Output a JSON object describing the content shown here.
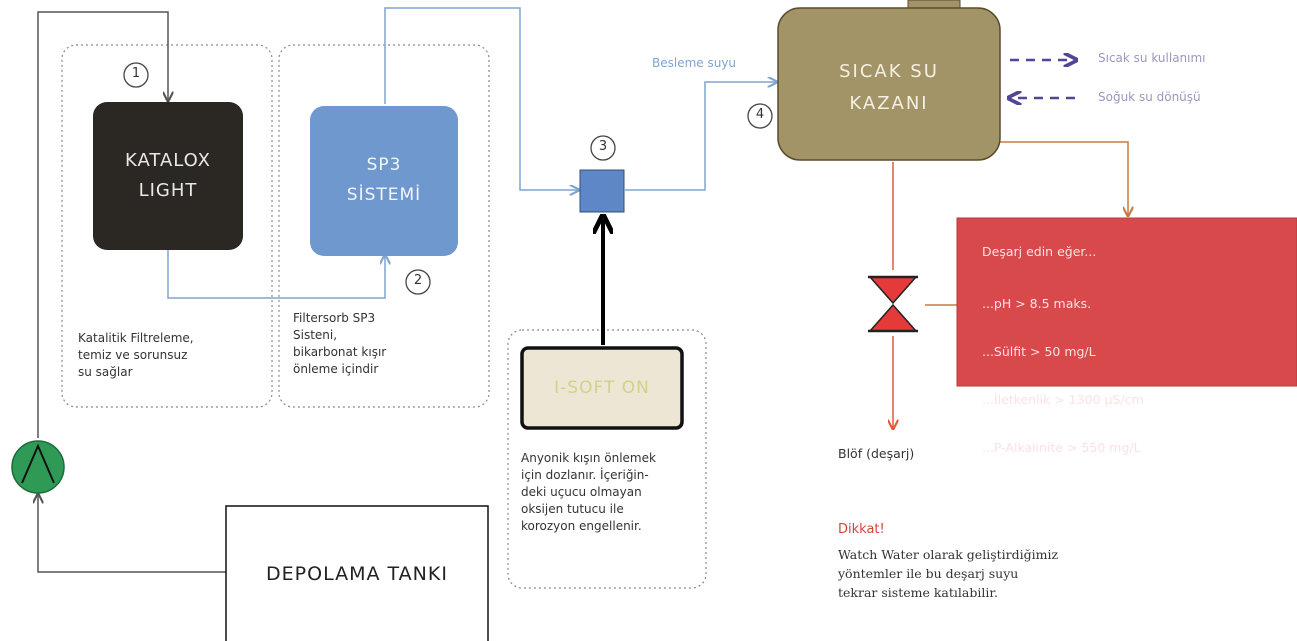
{
  "nodes": {
    "katalox": {
      "title": "KATALOX\nLIGHT"
    },
    "sp3": {
      "title": "SP3\nSİSTEMİ"
    },
    "isoft": {
      "title": "I-SOFT ON"
    },
    "boiler": {
      "title": "SICAK SU\nKAZANI"
    },
    "tank": {
      "title": "DEPOLAMA TANKI"
    },
    "discharge": {
      "title": "Deşarj edin eğer...",
      "conditions": [
        "...pH > 8.5 maks.",
        "...Sülfit > 50 mg/L",
        "...İletkenlik > 1300 µS/cm",
        "...P-Alkalinite > 550 mg/L"
      ]
    }
  },
  "steps": [
    "1",
    "2",
    "3",
    "4"
  ],
  "labels": {
    "feed_water": "Besleme suyu",
    "hot_water_use": "Sıcak su kullanımı",
    "cold_water_return": "Soğuk su dönüşü",
    "blowdown": "Blöf (deşarj)"
  },
  "descriptions": {
    "katalox": "Katalitik Filtreleme,\ntemiz ve sorunsuz\nsu sağlar",
    "sp3": "Filtersorb SP3\nSisteni,\nbikarbonat kışır\nönleme içindir",
    "isoft": "Anyonik kışın önlemek\niçin dozlanır. İçeriğin-\ndeki uçucu olmayan\noksijen tutucu ile\nkorozyon engellenir."
  },
  "note": {
    "title": "Dikkat!",
    "text": "Watch Water olarak geliştirdiğimiz\nyöntemler ile bu deşarj suyu\ntekrar sisteme katılabilir."
  },
  "icons": {
    "pump": "pump-icon",
    "valve": "valve-icon",
    "dosing_point": "dosing-point-icon"
  },
  "colors": {
    "katalox": "#2b2722",
    "sp3": "#6f98cf",
    "isoft_fill": "#ede6d5",
    "isoft_text": "#c9d68a",
    "boiler": "#a39468",
    "discharge": "#d8494c",
    "pipe_blue": "#7ea4d0",
    "pipe_orange": "#c97a3f",
    "pipe_red": "#e05a3a",
    "dashed_purple": "#4f4794",
    "pump": "#2f9a55",
    "valve": "#e53a3a",
    "dosing": "#5d87c7",
    "note_title": "#d0473a"
  }
}
